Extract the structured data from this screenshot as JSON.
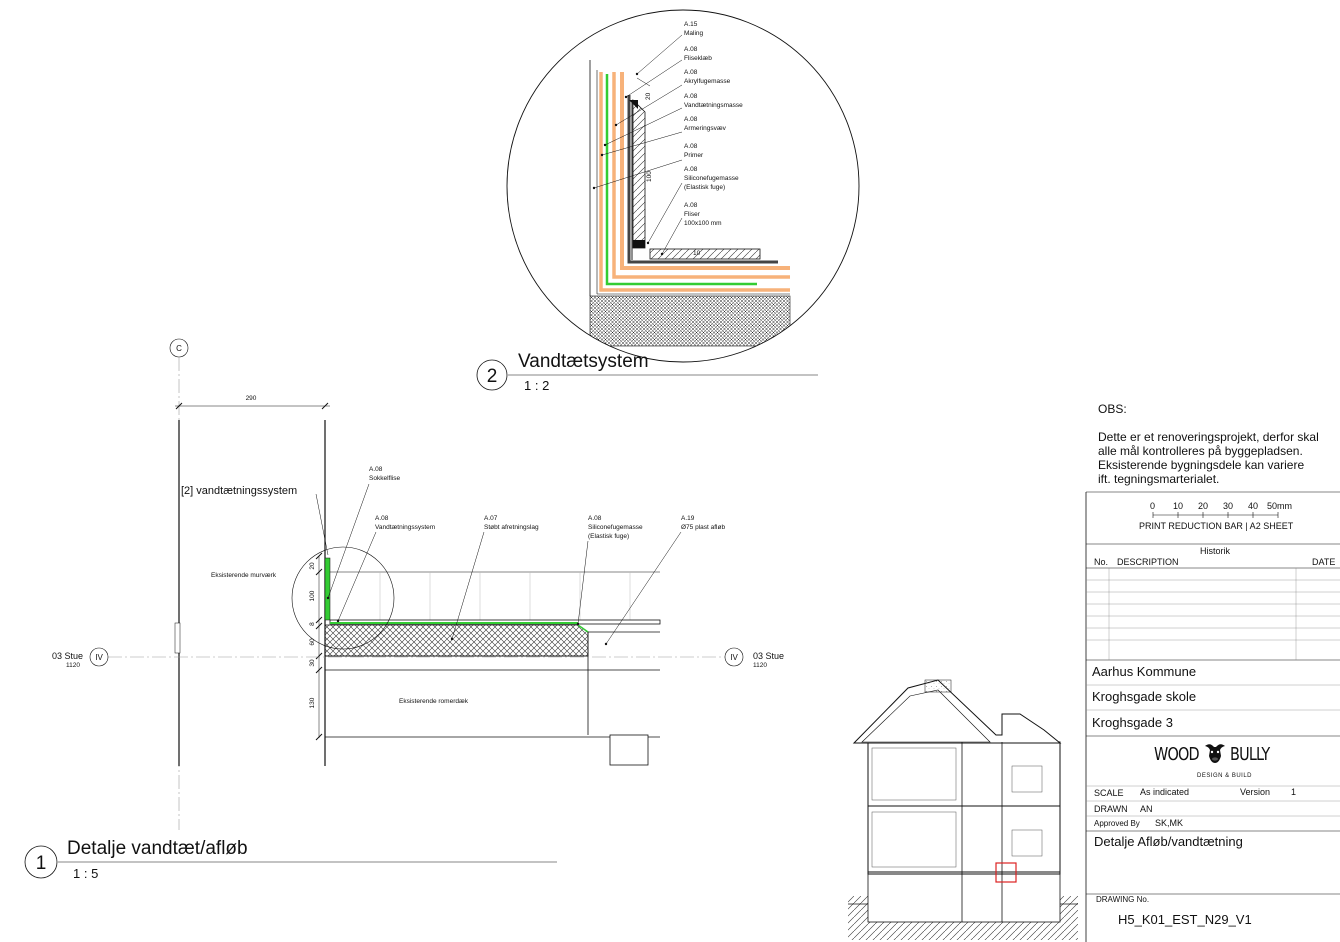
{
  "detail2": {
    "number": "2",
    "title": "Vandtætsystem",
    "scale": "1 : 2",
    "labels": [
      {
        "code": "A.15",
        "lines": [
          "Maling"
        ]
      },
      {
        "code": "A.08",
        "lines": [
          "Fliseklæb"
        ]
      },
      {
        "code": "A.08",
        "lines": [
          "Akrylfugemasse"
        ]
      },
      {
        "code": "A.08",
        "lines": [
          "Vandtætningsmasse"
        ]
      },
      {
        "code": "A.08",
        "lines": [
          "Armeringsvæv"
        ]
      },
      {
        "code": "A.08",
        "lines": [
          "Primer"
        ]
      },
      {
        "code": "A.08",
        "lines": [
          "Siliconefugemasse",
          "(Elastisk fuge)"
        ]
      },
      {
        "code": "A.08",
        "lines": [
          "Fliser",
          "100x100 mm"
        ]
      }
    ],
    "dims": {
      "d20": "20",
      "d100": "100",
      "d10": "10"
    }
  },
  "detail1": {
    "number": "1",
    "title": "Detalje vandtæt/afløb",
    "scale": "1 : 5",
    "grid_c": "C",
    "dim_290": "290",
    "callout": "[2] vandtætningssystem",
    "wall_label": "Eksisterende murværk",
    "deck_label": "Eksisterende romerdæk",
    "labels": [
      {
        "code": "A.08",
        "lines": [
          "Sokkelflise"
        ]
      },
      {
        "code": "A.08",
        "lines": [
          "Vandtætningssystem"
        ]
      },
      {
        "code": "A.07",
        "lines": [
          "Støbt afretningslag"
        ]
      },
      {
        "code": "A.08",
        "lines": [
          "Siliconefugemasse",
          "(Elastisk fuge)"
        ]
      },
      {
        "code": "A.19",
        "lines": [
          "Ø75 plast afløb"
        ]
      }
    ],
    "level_left": {
      "name": "03 Stue",
      "value": "1120",
      "grid": "IV"
    },
    "level_right": {
      "name": "03 Stue",
      "value": "1120",
      "grid": "IV"
    },
    "vertical_dims": [
      "20",
      "100",
      "8",
      "60",
      "30",
      "130"
    ]
  },
  "notes": {
    "heading": "OBS:",
    "lines": [
      "Dette er et renoveringsprojekt, derfor skal",
      "alle mål kontrolleres på byggepladsen.",
      "Eksisterende bygningsdele kan variere",
      "ift. tegningsmarterialet."
    ]
  },
  "titleblock": {
    "reduction_bar": {
      "ticks": [
        "0",
        "10",
        "20",
        "30",
        "40",
        "50mm"
      ],
      "caption": "PRINT REDUCTION BAR | A2 SHEET"
    },
    "historik": {
      "title": "Historik",
      "col_no": "No.",
      "col_desc": "DESCRIPTION",
      "col_date": "DATE"
    },
    "client": "Aarhus Kommune",
    "project": "Kroghsgade skole",
    "address": "Kroghsgade 3",
    "logo": {
      "left": "WOOD",
      "right": "BULLY",
      "tagline": "DESIGN & BUILD"
    },
    "scale_label": "SCALE",
    "scale_value": "As indicated",
    "version_label": "Version",
    "version_value": "1",
    "drawn_label": "DRAWN",
    "drawn_value": "AN",
    "approved_label": "Approved By",
    "approved_value": "SK,MK",
    "sheet_title": "Detalje Afløb/vandtætning",
    "drawing_no_label": "DRAWING No.",
    "drawing_no": "H5_K01_EST_N29_V1"
  },
  "colors": {
    "membrane_orange": "#f7b27a",
    "primer_green": "#33cc33",
    "highlight_red": "#dd2222",
    "line": "#111111"
  }
}
